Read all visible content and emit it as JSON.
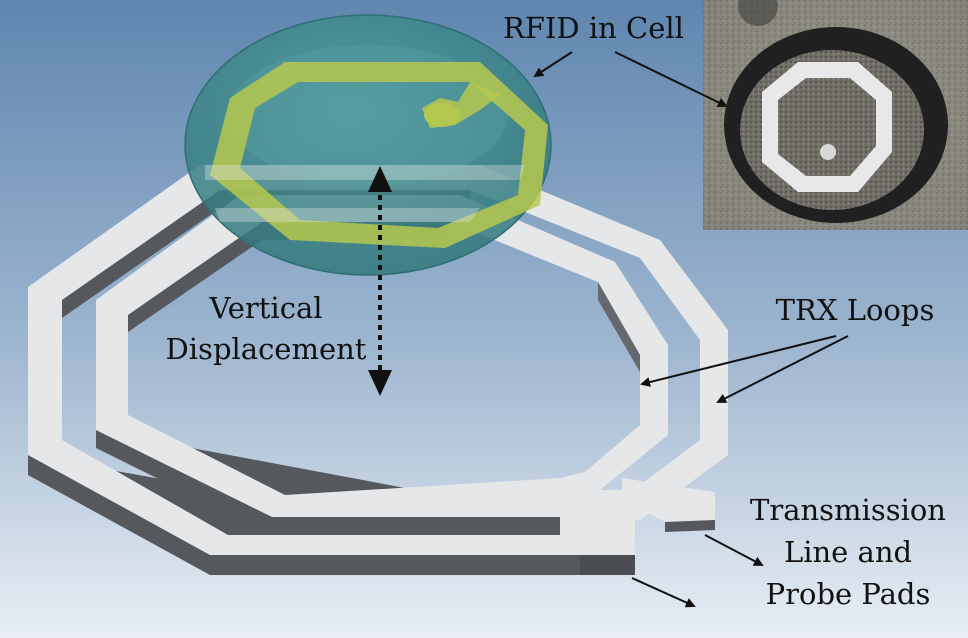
{
  "labels": {
    "rfid_in_cell": "RFID in Cell",
    "vertical_line1": "Vertical",
    "vertical_line2": "Displacement",
    "trx_loops": "TRX Loops",
    "transmission_line1": "Transmission",
    "transmission_line2": "Line and",
    "transmission_line3": "Probe Pads"
  },
  "colors": {
    "background_top": "#5f86b0",
    "background_bottom": "#e8eef4",
    "loop_top": "#e6e7e9",
    "loop_side": "#55585c",
    "cell_fill": "#3e8a8e",
    "rfid_coil": "#b6c84e",
    "arrow": "#111111"
  }
}
